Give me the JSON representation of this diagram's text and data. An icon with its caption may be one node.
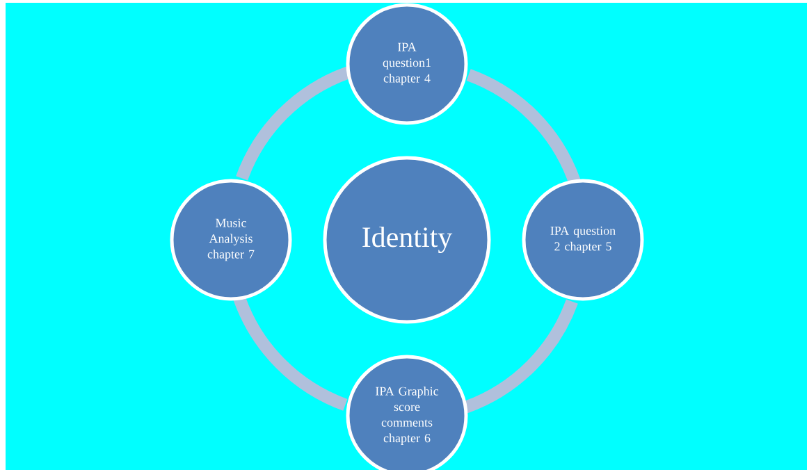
{
  "diagram": {
    "nodes": [
      {
        "text": [
          "IPA question1 chapter 4"
        ]
      },
      {
        "text": [
          "Music Analysis chapter 7"
        ]
      },
      {
        "text": [
          "Identity"
        ]
      },
      {
        "text": [
          "IPA question 2 chapter 5"
        ]
      },
      {
        "text": [
          "IPA Graphic score comments chapter 6"
        ]
      }
    ],
    "edges": [
      {
        "from": 0,
        "to": 3,
        "arrow": "none"
      },
      {
        "from": 3,
        "to": 4,
        "arrow": "none"
      },
      {
        "from": 4,
        "to": 1,
        "arrow": "none"
      },
      {
        "from": 1,
        "to": 0,
        "arrow": "none"
      }
    ]
  }
}
